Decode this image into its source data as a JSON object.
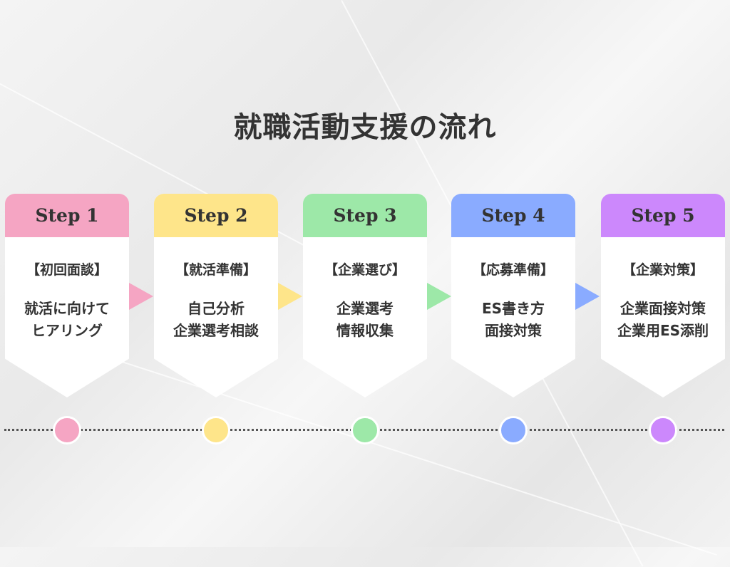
{
  "title": "就職活動支援の流れ",
  "steps": [
    {
      "label": "Step  1",
      "category": "【初回面談】",
      "lines": [
        "就活に向けて",
        "ヒアリング"
      ],
      "color": "#f5a5c3"
    },
    {
      "label": "Step  2",
      "category": "【就活準備】",
      "lines": [
        "自己分析",
        "企業選考相談"
      ],
      "color": "#fee58a"
    },
    {
      "label": "Step  3",
      "category": "【企業選び】",
      "lines": [
        "企業選考",
        "情報収集"
      ],
      "color": "#9de8a8"
    },
    {
      "label": "Step  4",
      "category": "【応募準備】",
      "lines": [
        "ES書き方",
        "面接対策"
      ],
      "color": "#8aabff"
    },
    {
      "label": "Step  5",
      "category": "【企業対策】",
      "lines": [
        "企業面接対策",
        "企業用ES添削"
      ],
      "color": "#cc88fc"
    }
  ]
}
